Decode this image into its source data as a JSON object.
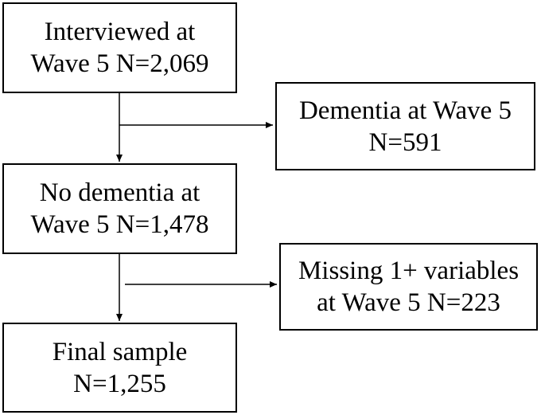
{
  "flowchart": {
    "interviewed": {
      "line1": "Interviewed at",
      "line2": "Wave 5 N=2,069"
    },
    "dementia": {
      "line1": "Dementia at Wave 5",
      "line2": "N=591"
    },
    "no_dementia": {
      "line1": "No dementia at",
      "line2": "Wave 5 N=1,478"
    },
    "missing": {
      "line1": "Missing 1+ variables",
      "line2": "at Wave 5 N=223"
    },
    "final_sample": {
      "line1": "Final sample",
      "line2": "N=1,255"
    }
  }
}
